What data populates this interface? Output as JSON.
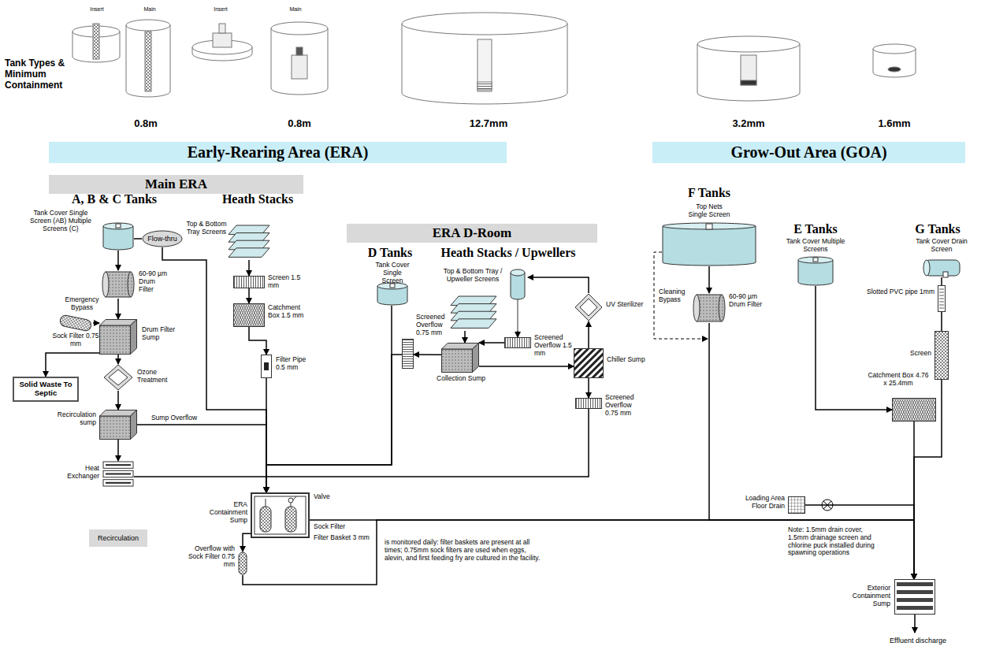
{
  "diagram": {
    "nodes": [
      {
        "text": [
          "Early-Rearing Area (ERA)"
        ]
      },
      {
        "text": [
          "Grow-Out Area (GOA)"
        ]
      },
      {
        "text": [
          "Main ERA"
        ]
      },
      {
        "text": [
          "ERA D-Room"
        ]
      },
      {
        "text": [
          "Tank Cover Single Screen (AB) Multiple Screens (C)"
        ]
      },
      {
        "text": [
          "Flow-thru"
        ]
      },
      {
        "text": [
          "60-90 µm Drum Filter"
        ]
      },
      {
        "text": [
          "Sock Filter 0.75 mm"
        ]
      },
      {
        "text": [
          "Drum Filter Sump"
        ]
      },
      {
        "text": [
          "Solid Waste To Septic"
        ]
      },
      {
        "text": [
          "Ozone Treatment"
        ]
      },
      {
        "text": [
          "Recirculation sump"
        ]
      },
      {
        "text": [
          "Heat Exchanger"
        ]
      },
      {
        "text": [
          "Recirculation"
        ]
      },
      {
        "text": [
          "Top & Bottom Tray Screens"
        ]
      },
      {
        "text": [
          "Screen 1.5 mm"
        ]
      },
      {
        "text": [
          "Catchment Box 1.5 mm"
        ]
      },
      {
        "text": [
          "Filter Pipe 0.5 mm"
        ]
      },
      {
        "text": [
          "Tank Cover Single Screen"
        ]
      },
      {
        "text": [
          "Screened Overflow 0.75 mm"
        ]
      },
      {
        "text": [
          "Top & Bottom Tray / Upweller Screens"
        ]
      },
      {
        "text": [
          "Screened Overflow 1.5 mm"
        ]
      },
      {
        "text": [
          "Collection Sump"
        ]
      },
      {
        "text": [
          "UV Sterilizer"
        ]
      },
      {
        "text": [
          "Chiller Sump"
        ]
      },
      {
        "text": [
          "Screened Overflow 0.75 mm"
        ]
      },
      {
        "text": [
          "ERA Containment Sump"
        ]
      },
      {
        "text": [
          "Overflow with Sock Filter 0.75 mm"
        ]
      },
      {
        "text": [
          "Top Nets Single Screen"
        ]
      },
      {
        "text": [
          "60-90 µm Drum Filter"
        ]
      },
      {
        "text": [
          "Tank Cover Multiple Screens"
        ]
      },
      {
        "text": [
          "Catchment Box 4.76 x 25.4mm"
        ]
      },
      {
        "text": [
          "Tank Cover Drain Screen"
        ]
      },
      {
        "text": [
          "Slotted PVC pipe 1mm"
        ]
      },
      {
        "text": [
          "Screen"
        ]
      },
      {
        "text": [
          "Loading Area Floor Drain"
        ]
      },
      {
        "text": [
          "Exterior Containment Sump"
        ]
      }
    ],
    "edges": [
      {
        "from": 4,
        "to": 6,
        "arrow": "to"
      },
      {
        "from": 4,
        "to": 5,
        "arrow": "none"
      },
      {
        "from": 5,
        "to": 26,
        "arrow": "to"
      },
      {
        "from": 7,
        "to": 8,
        "arrow": "to"
      },
      {
        "from": 6,
        "to": 8,
        "arrow": "to"
      },
      {
        "from": 8,
        "to": 9,
        "arrow": "to"
      },
      {
        "from": 8,
        "to": 10,
        "arrow": "to"
      },
      {
        "from": 10,
        "to": 11,
        "arrow": "to"
      },
      {
        "from": 11,
        "to": 26,
        "label": "Sump Overflow",
        "arrow": "to"
      },
      {
        "from": 11,
        "to": 12,
        "arrow": "to"
      },
      {
        "from": 12,
        "to": 26,
        "arrow": "to"
      },
      {
        "from": 14,
        "to": 15,
        "arrow": "to"
      },
      {
        "from": 15,
        "to": 16,
        "arrow": "to"
      },
      {
        "from": 16,
        "to": 17,
        "arrow": "to"
      },
      {
        "from": 17,
        "to": 26,
        "arrow": "to"
      },
      {
        "from": 18,
        "to": 26,
        "arrow": "to"
      },
      {
        "from": 22,
        "to": 19,
        "arrow": "to"
      },
      {
        "from": 19,
        "to": 26,
        "arrow": "to"
      },
      {
        "from": 20,
        "to": 22,
        "arrow": "to"
      },
      {
        "from": 20,
        "to": 21,
        "arrow": "to"
      },
      {
        "from": 21,
        "to": 22,
        "arrow": "to"
      },
      {
        "from": 22,
        "to": 24,
        "arrow": "to"
      },
      {
        "from": 24,
        "to": 23,
        "arrow": "to"
      },
      {
        "from": 23,
        "to": 20,
        "arrow": "to"
      },
      {
        "from": 24,
        "to": 25,
        "arrow": "to"
      },
      {
        "from": 25,
        "to": 26,
        "arrow": "to"
      },
      {
        "from": 26,
        "to": 27,
        "arrow": "to"
      },
      {
        "from": 27,
        "to": 36,
        "arrow": "to"
      },
      {
        "from": 26,
        "to": 36,
        "arrow": "to"
      },
      {
        "from": 28,
        "to": 29,
        "arrow": "to"
      },
      {
        "from": 29,
        "to": 36,
        "arrow": "to"
      },
      {
        "from": 30,
        "to": 31,
        "arrow": "to"
      },
      {
        "from": 32,
        "to": 33,
        "arrow": "none"
      },
      {
        "from": 33,
        "to": 34,
        "arrow": "none"
      },
      {
        "from": 34,
        "to": 36,
        "arrow": "to"
      },
      {
        "from": 31,
        "to": 36,
        "arrow": "to"
      },
      {
        "from": 35,
        "to": 36,
        "arrow": "to"
      }
    ],
    "labels": [
      "Tank Types & Minimum Containment",
      "Insert",
      "Main",
      "Insert",
      "Main",
      "0.8m",
      "0.8m",
      "12.7mm",
      "3.2mm",
      "1.6mm",
      "A, B & C Tanks",
      "Heath Stacks",
      "D Tanks",
      "Heath Stacks / Upwellers",
      "F Tanks",
      "E Tanks",
      "G Tanks",
      "Emergency Bypass",
      "Valve",
      "Sock Filter",
      "Filter Basket 3 mm",
      "is monitored daily: filter baskets are present at all times; 0.75mm sock filters are used when eggs, alevin, and first feeding fry are cultured in the facility.",
      "Cleaning Bypass",
      "Note: 1.5mm drain cover, 1.5mm drainage screen and chlorine puck installed during spawning operations",
      "Effluent discharge"
    ]
  }
}
